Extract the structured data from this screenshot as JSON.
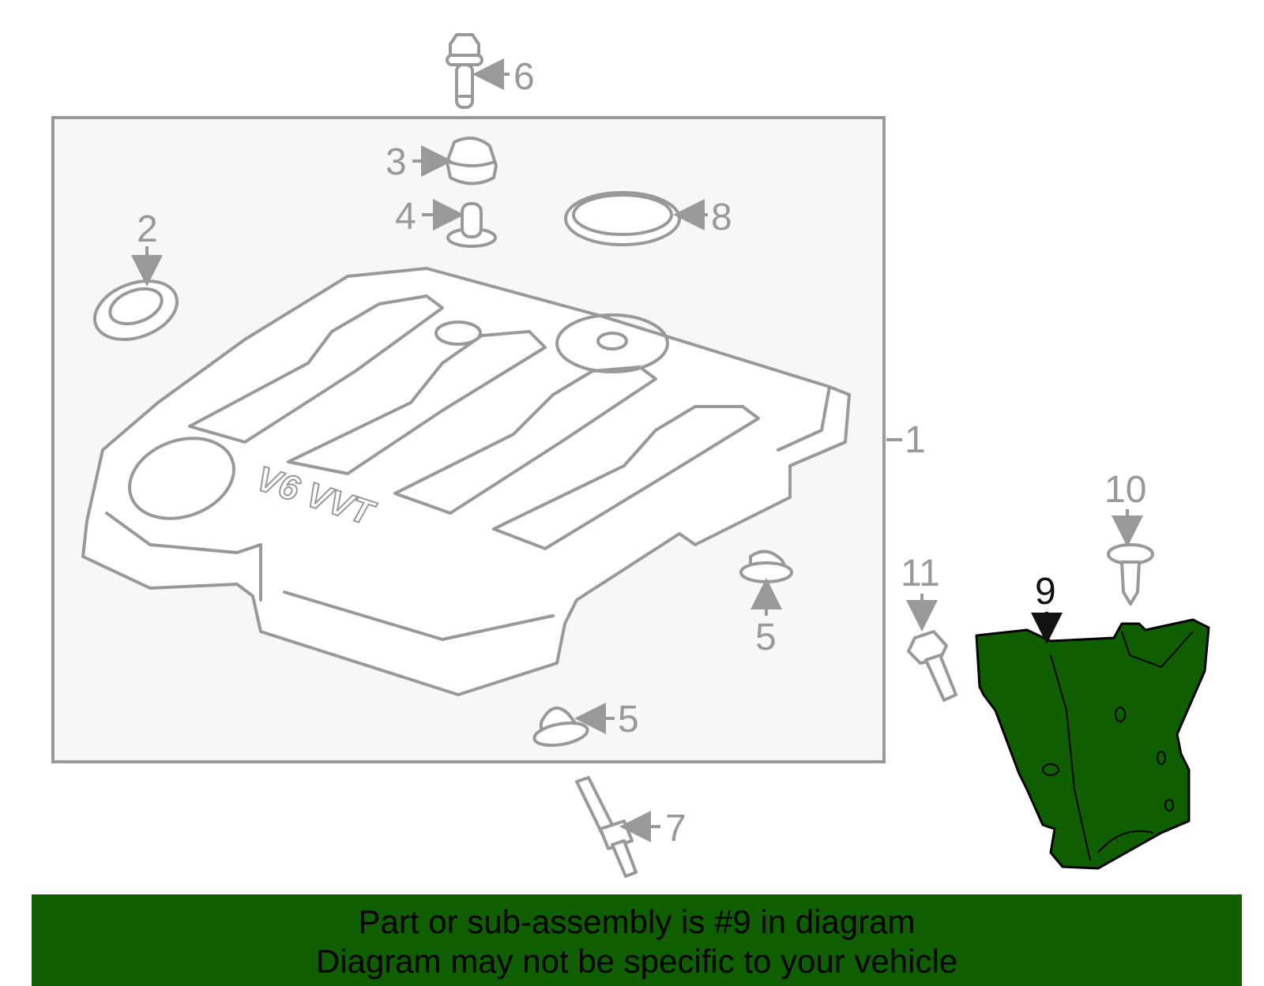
{
  "callouts": {
    "c1": "1",
    "c2": "2",
    "c3": "3",
    "c4": "4",
    "c5a": "5",
    "c5b": "5",
    "c6": "6",
    "c7": "7",
    "c8": "8",
    "c9": "9",
    "c10": "10",
    "c11": "11"
  },
  "cover_lettering": "V6 VVT",
  "colors": {
    "highlight_part": "#0f5f00",
    "banner_background": "#0f5f00",
    "line_art": "#999999",
    "panel_background": "#f7f7f7"
  },
  "banner": {
    "line1": "Part or sub-assembly is #9 in diagram",
    "line2": "Diagram may not be specific to your vehicle"
  }
}
